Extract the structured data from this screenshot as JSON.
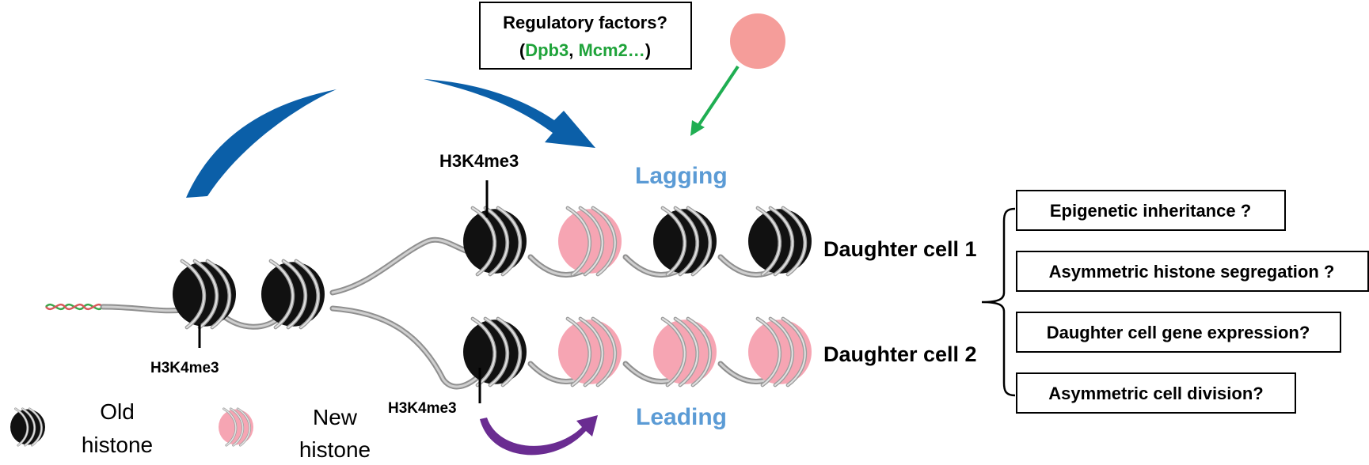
{
  "regulatory_box": {
    "line1": "Regulatory factors?",
    "open_paren": "(",
    "dpb3": "Dpb3",
    "comma": ", ",
    "mcm2": "Mcm2…",
    "close_paren": ")"
  },
  "labels": {
    "h3k4me3_top": "H3K4me3",
    "h3k4me3_left": "H3K4me3",
    "h3k4me3_bottom": "H3K4me3",
    "lagging": "Lagging",
    "leading": "Leading",
    "daughter1": "Daughter cell 1",
    "daughter2": "Daughter cell 2"
  },
  "questions": [
    "Epigenetic inheritance ?",
    "Asymmetric histone segregation ?",
    "Daughter cell gene expression?",
    "Asymmetric cell division?"
  ],
  "legend": {
    "old_line1": "Old",
    "old_line2": "histone",
    "new_line1": "New",
    "new_line2": "histone"
  },
  "colors": {
    "old_histone": "#111111",
    "new_histone": "#f6a5b3",
    "dna": "#bdbdbd",
    "strand_label": "#5b9bd5",
    "green_text": "#1fa33a",
    "green_arrow": "#1fae52",
    "blue_arrow": "#0b5fa8",
    "purple_arrow": "#6a2c91",
    "factor_circle": "#f59d9a"
  }
}
